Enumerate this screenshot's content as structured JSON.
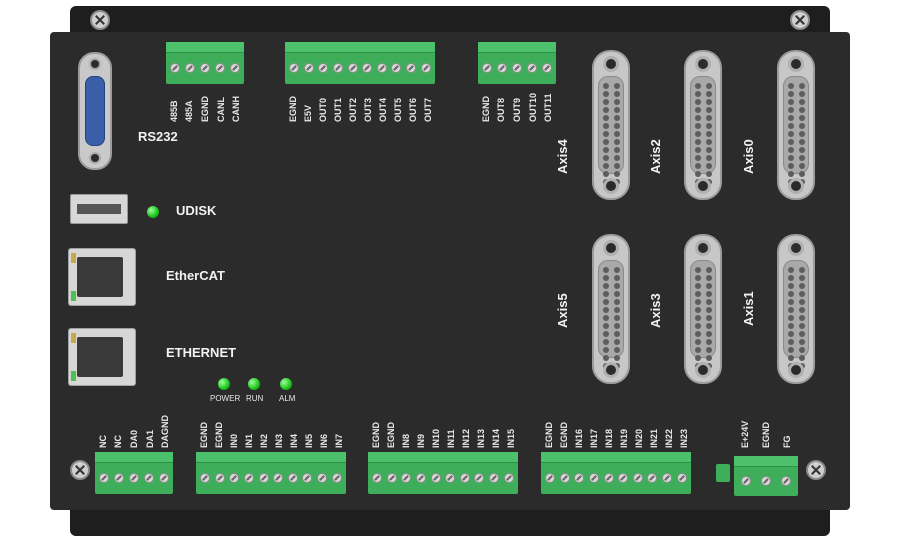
{
  "serial": {
    "label": "RS232"
  },
  "usb": {
    "label": "UDISK"
  },
  "ethercat": {
    "label": "EtherCAT"
  },
  "ethernet": {
    "label": "ETHERNET"
  },
  "status_leds": [
    {
      "label": "POWER"
    },
    {
      "label": "RUN"
    },
    {
      "label": "ALM"
    }
  ],
  "axes": [
    "Axis4",
    "Axis2",
    "Axis0",
    "Axis5",
    "Axis3",
    "Axis1"
  ],
  "top_terminals": {
    "can": [
      "485B",
      "485A",
      "EGND",
      "CANL",
      "CANH"
    ],
    "out_a": [
      "EGND",
      "E5V",
      "OUT0",
      "OUT1",
      "OUT2",
      "OUT3",
      "OUT4",
      "OUT5",
      "OUT6",
      "OUT7"
    ],
    "out_b": [
      "EGND",
      "OUT8",
      "OUT9",
      "OUT10",
      "OUT11"
    ]
  },
  "bottom_terminals": {
    "da": [
      "NC",
      "NC",
      "DA0",
      "DA1",
      "DAGND"
    ],
    "in_a": [
      "EGND",
      "EGND",
      "IN0",
      "IN1",
      "IN2",
      "IN3",
      "IN4",
      "IN5",
      "IN6",
      "IN7"
    ],
    "in_b": [
      "EGND",
      "EGND",
      "IN8",
      "IN9",
      "IN10",
      "IN11",
      "IN12",
      "IN13",
      "IN14",
      "IN15"
    ],
    "in_c": [
      "EGND",
      "EGND",
      "IN16",
      "IN17",
      "IN18",
      "IN19",
      "IN20",
      "IN21",
      "IN22",
      "IN23"
    ],
    "power": [
      "E+24V",
      "EGND",
      "FG"
    ]
  },
  "colors": {
    "panel": "#2b2b2b",
    "terminal": "#3fae5b",
    "led": "#19c31a"
  }
}
